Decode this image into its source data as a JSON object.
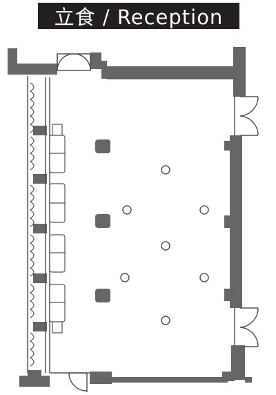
{
  "title": "立食 / Reception",
  "colors": {
    "title_background": "#231f20",
    "title_text": "#ffffff",
    "wall": "#666666",
    "line": "#555555",
    "background": "#ffffff"
  },
  "plan": {
    "tables": [
      {
        "name": "table-top-center"
      },
      {
        "name": "table-upper-left"
      },
      {
        "name": "table-upper-right"
      },
      {
        "name": "table-middle-center"
      },
      {
        "name": "table-lower-left"
      },
      {
        "name": "table-lower-right"
      },
      {
        "name": "table-bottom-center"
      }
    ],
    "columns": [
      {
        "name": "column-left-top"
      },
      {
        "name": "column-left-middle"
      },
      {
        "name": "column-left-bottom"
      }
    ]
  }
}
